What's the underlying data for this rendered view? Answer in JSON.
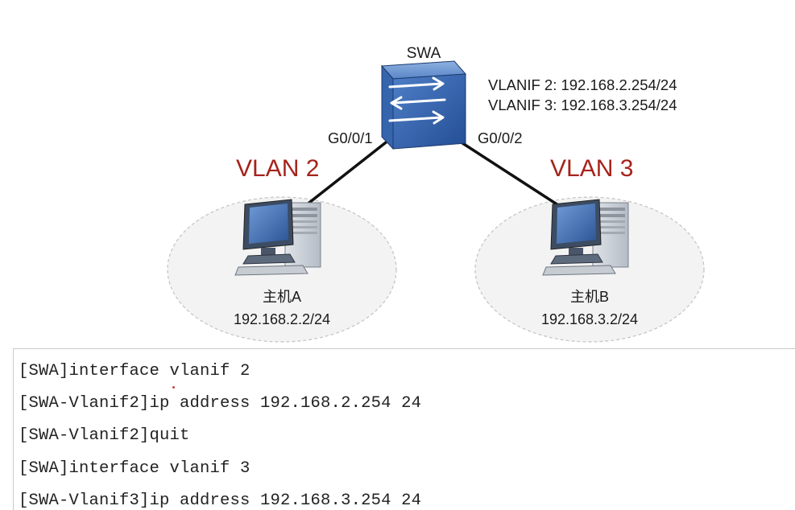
{
  "switch": {
    "name": "SWA",
    "port_left": "G0/0/1",
    "port_right": "G0/0/2",
    "vlanif_lines": [
      "VLANIF 2: 192.168.2.254/24",
      "VLANIF 3: 192.168.3.254/24"
    ]
  },
  "vlans": [
    {
      "label": "VLAN 2"
    },
    {
      "label": "VLAN 3"
    }
  ],
  "hosts": [
    {
      "name": "主机A",
      "ip": "192.168.2.2/24"
    },
    {
      "name": "主机B",
      "ip": "192.168.3.2/24"
    }
  ],
  "console": {
    "lines": [
      "[SWA]interface vlanif 2",
      "[SWA-Vlanif2]ip address 192.168.2.254 24",
      "[SWA-Vlanif2]quit",
      "[SWA]interface vlanif 3",
      "[SWA-Vlanif3]ip address 192.168.3.254 24"
    ]
  },
  "colors": {
    "vlan_label": "#a5231c",
    "switch_blue": "#2f5fa8",
    "zone_fill": "#f3f3f3"
  }
}
